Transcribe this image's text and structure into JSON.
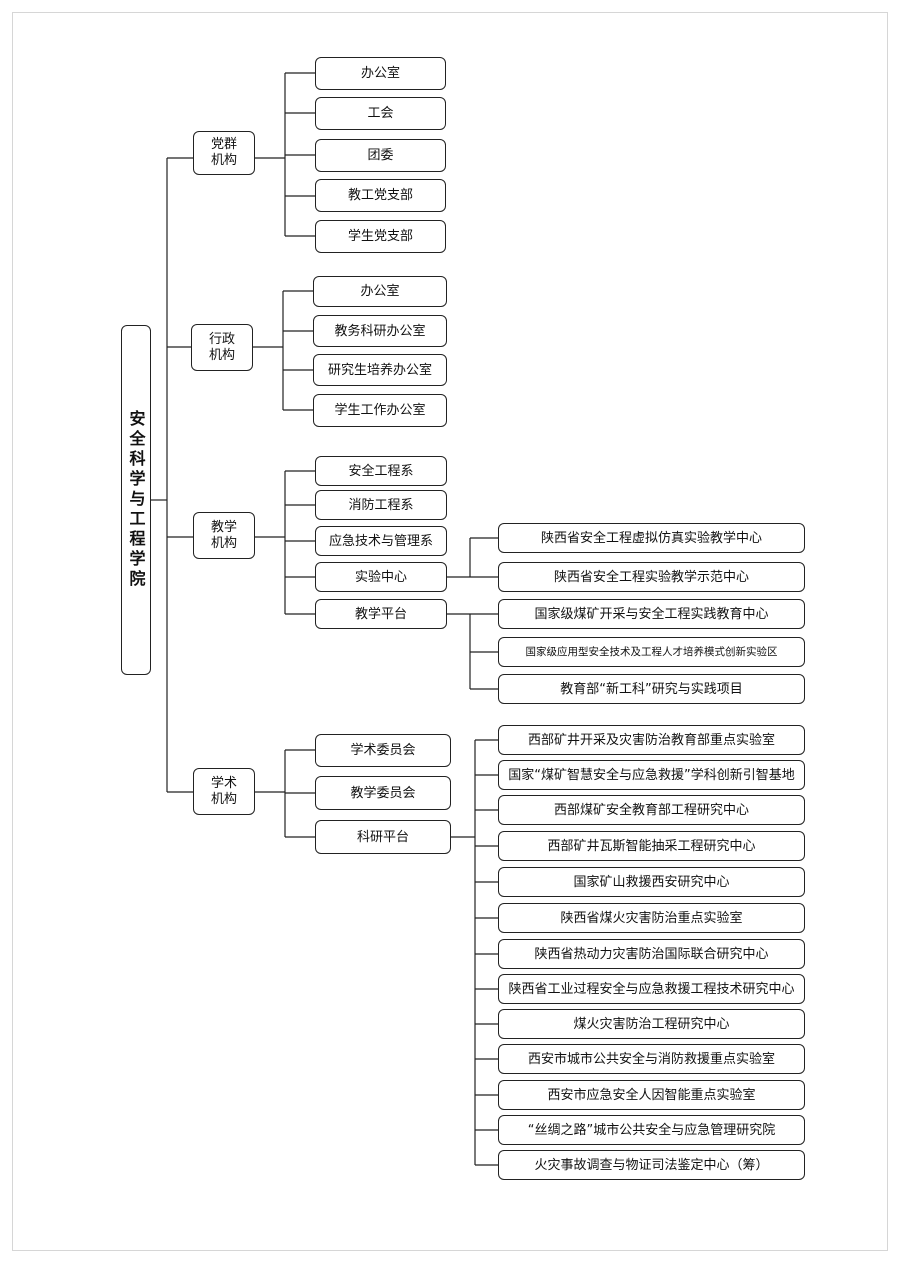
{
  "root": "安全科学与工程学院",
  "categories": [
    {
      "label": "党群\n机构",
      "units": [
        "办公室",
        "工会",
        "团委",
        "教工党支部",
        "学生党支部"
      ]
    },
    {
      "label": "行政\n机构",
      "units": [
        "办公室",
        "教务科研办公室",
        "研究生培养办公室",
        "学生工作办公室"
      ]
    },
    {
      "label": "教学\n机构",
      "units": [
        "安全工程系",
        "消防工程系",
        "应急技术与管理系",
        "实验中心",
        "教学平台"
      ],
      "experiment_center": [
        "陕西省安全工程虚拟仿真实验教学中心",
        "陕西省安全工程实验教学示范中心"
      ],
      "teaching_platform": [
        "国家级煤矿开采与安全工程实践教育中心",
        "国家级应用型安全技术及工程人才培养模式创新实验区",
        "教育部“新工科”研究与实践项目"
      ]
    },
    {
      "label": "学术\n机构",
      "units": [
        "学术委员会",
        "教学委员会",
        "科研平台"
      ],
      "research_platform": [
        "西部矿井开采及灾害防治教育部重点实验室",
        "国家“煤矿智慧安全与应急救援”学科创新引智基地",
        "西部煤矿安全教育部工程研究中心",
        "西部矿井瓦斯智能抽采工程研究中心",
        "国家矿山救援西安研究中心",
        "陕西省煤火灾害防治重点实验室",
        "陕西省热动力灾害防治国际联合研究中心",
        "陕西省工业过程安全与应急救援工程技术研究中心",
        "煤火灾害防治工程研究中心",
        "西安市城市公共安全与消防救援重点实验室",
        "西安市应急安全人因智能重点实验室",
        "“丝绸之路”城市公共安全与应急管理研究院",
        "火灾事故调查与物证司法鉴定中心（筹）"
      ]
    }
  ]
}
